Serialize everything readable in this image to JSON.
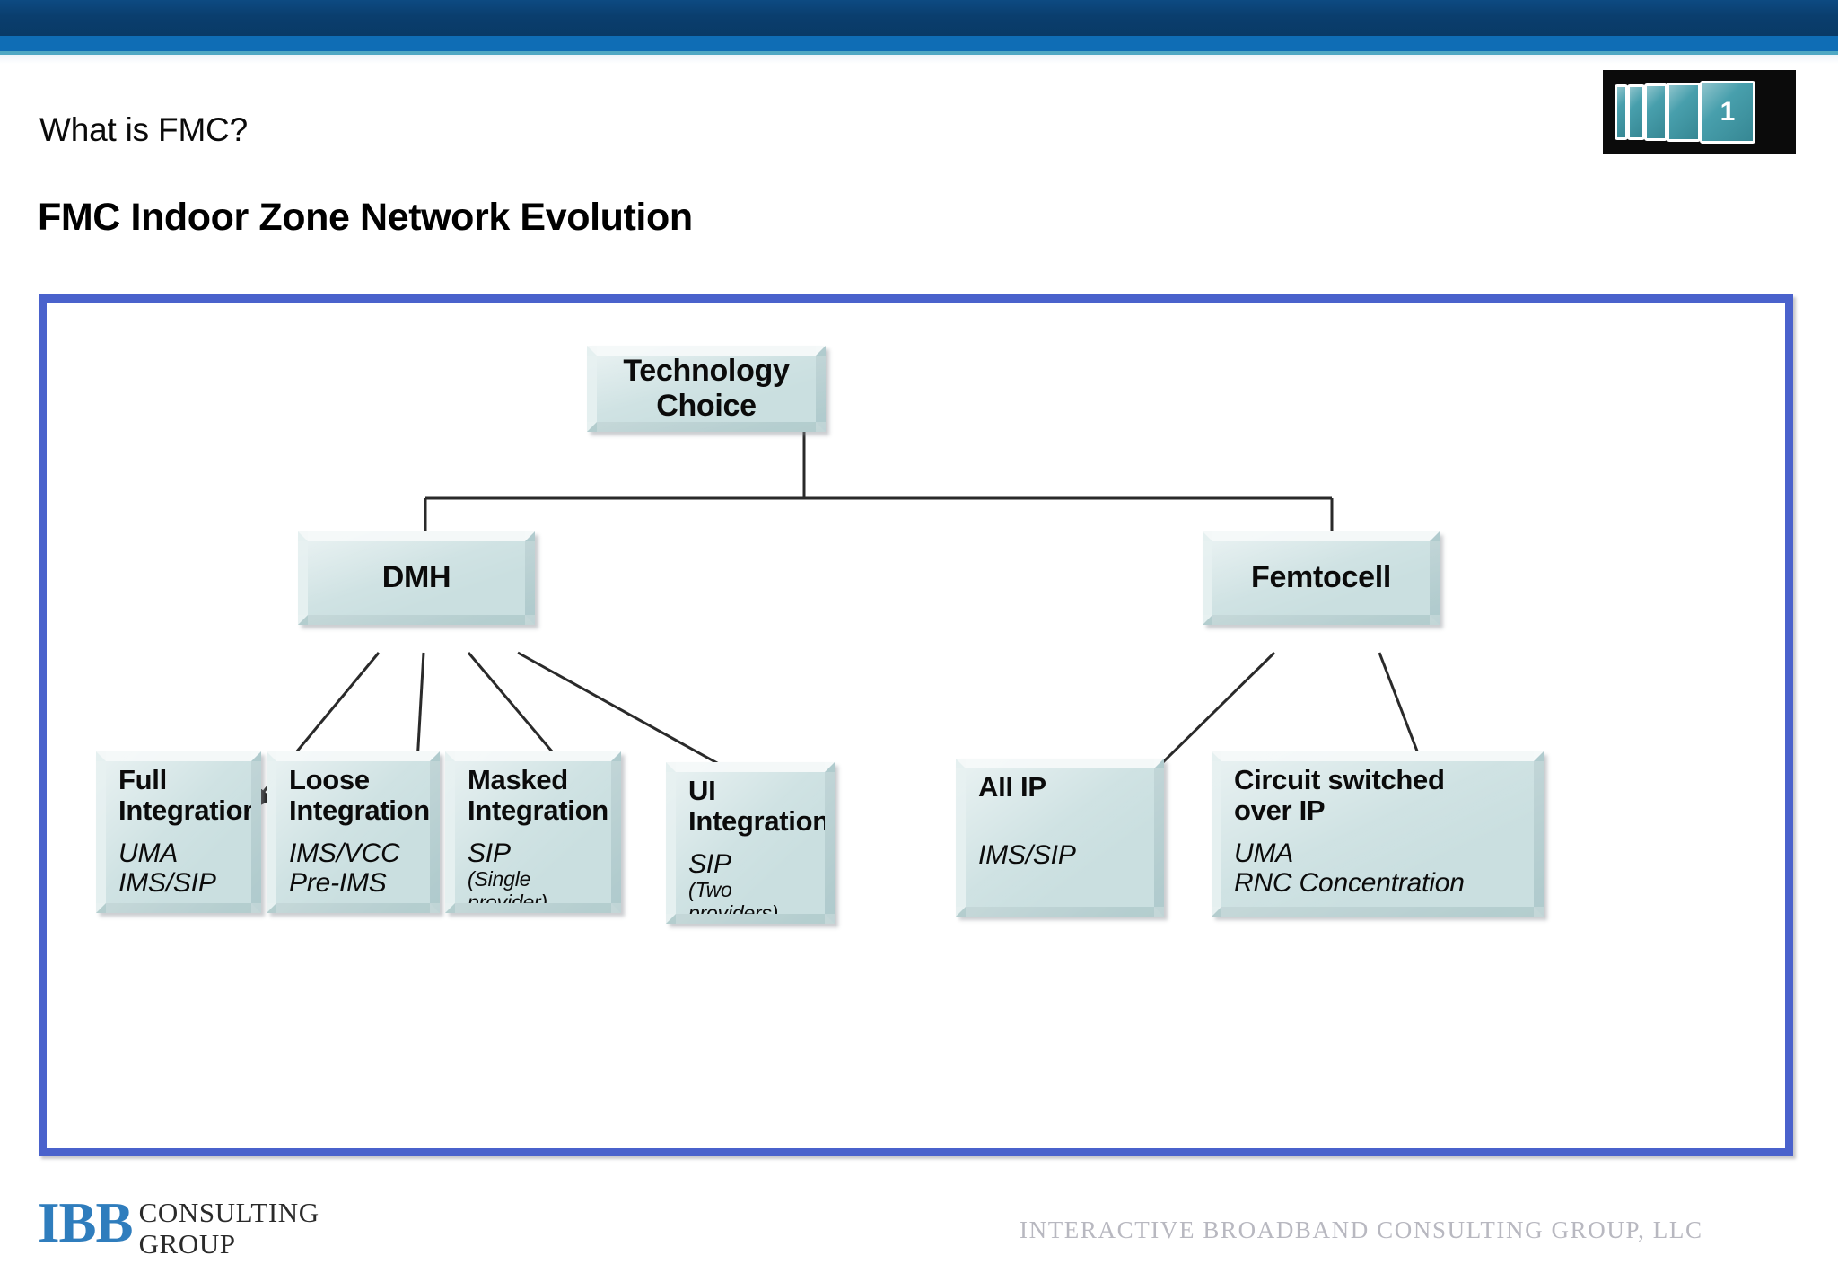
{
  "header": {
    "eyebrow": "What is FMC?",
    "title": "FMC Indoor Zone Network Evolution",
    "badge_number": "1"
  },
  "diagram": {
    "root": {
      "label": "Technology\nChoice"
    },
    "branches": [
      {
        "label": "DMH"
      },
      {
        "label": "Femtocell"
      }
    ],
    "leaves": [
      {
        "title": "Full\nIntegration",
        "sub": "UMA\nIMS/SIP",
        "note": ""
      },
      {
        "title": "Loose\nIntegration",
        "sub": "IMS/VCC\nPre-IMS",
        "note": ""
      },
      {
        "title": "Masked\nIntegration",
        "sub": "SIP",
        "note": "(Single provider)"
      },
      {
        "title": "UI\nIntegration",
        "sub": "SIP",
        "note": "(Two providers)"
      },
      {
        "title": "All IP",
        "sub": "IMS/SIP",
        "note": ""
      },
      {
        "title": "Circuit switched\nover IP",
        "sub": "UMA\nRNC Concentration",
        "note": ""
      }
    ]
  },
  "footer": {
    "logo_mark": "IBB",
    "logo_line1": "CONSULTING",
    "logo_line2": "GROUP",
    "tagline": "INTERACTIVE BROADBAND CONSULTING GROUP, LLC"
  },
  "colors": {
    "header_navy": "#0a3e6e",
    "header_blue": "#0f6db5",
    "frame_blue": "#4a62cc",
    "node_fill": "#cadfe0",
    "badge_teal": "#3e9aa8",
    "logo_blue": "#2f7dbd"
  }
}
